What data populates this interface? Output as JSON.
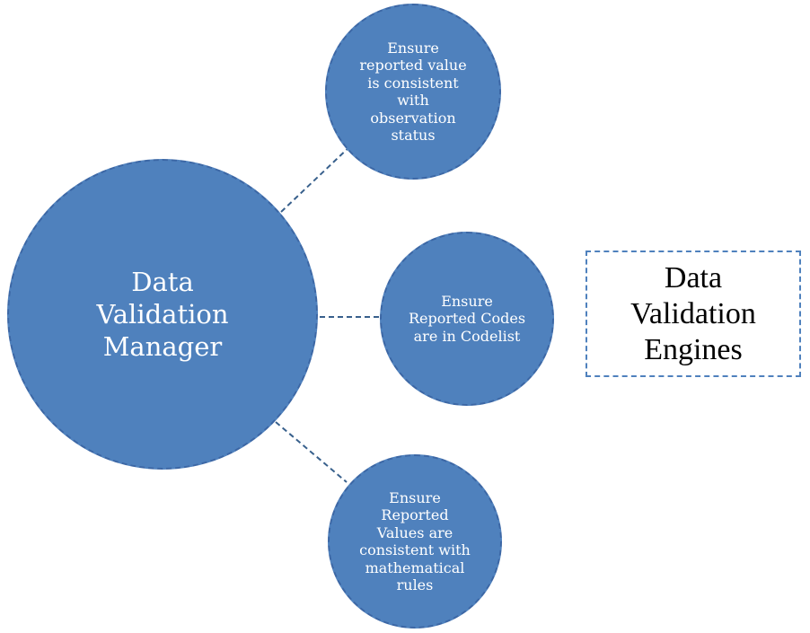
{
  "diagram": {
    "manager_circle": {
      "label": "Data\nValidation\nManager"
    },
    "rule_circles": [
      {
        "id": "observation-status",
        "label": "Ensure\nreported value\nis consistent\nwith\nobservation\nstatus"
      },
      {
        "id": "codelist",
        "label": "Ensure\nReported Codes\nare in Codelist"
      },
      {
        "id": "mathematical-rules",
        "label": "Ensure\nReported\nValues are\nconsistent with\nmathematical\nrules"
      }
    ],
    "engines_box": {
      "label": "Data\nValidation\nEngines"
    },
    "colors": {
      "circle_fill": "#4f81bd",
      "circle_border": "#3c67a5",
      "connector": "#38608c",
      "box_border": "#4f81bd",
      "circle_text": "#ffffff",
      "box_text": "#000000"
    }
  }
}
